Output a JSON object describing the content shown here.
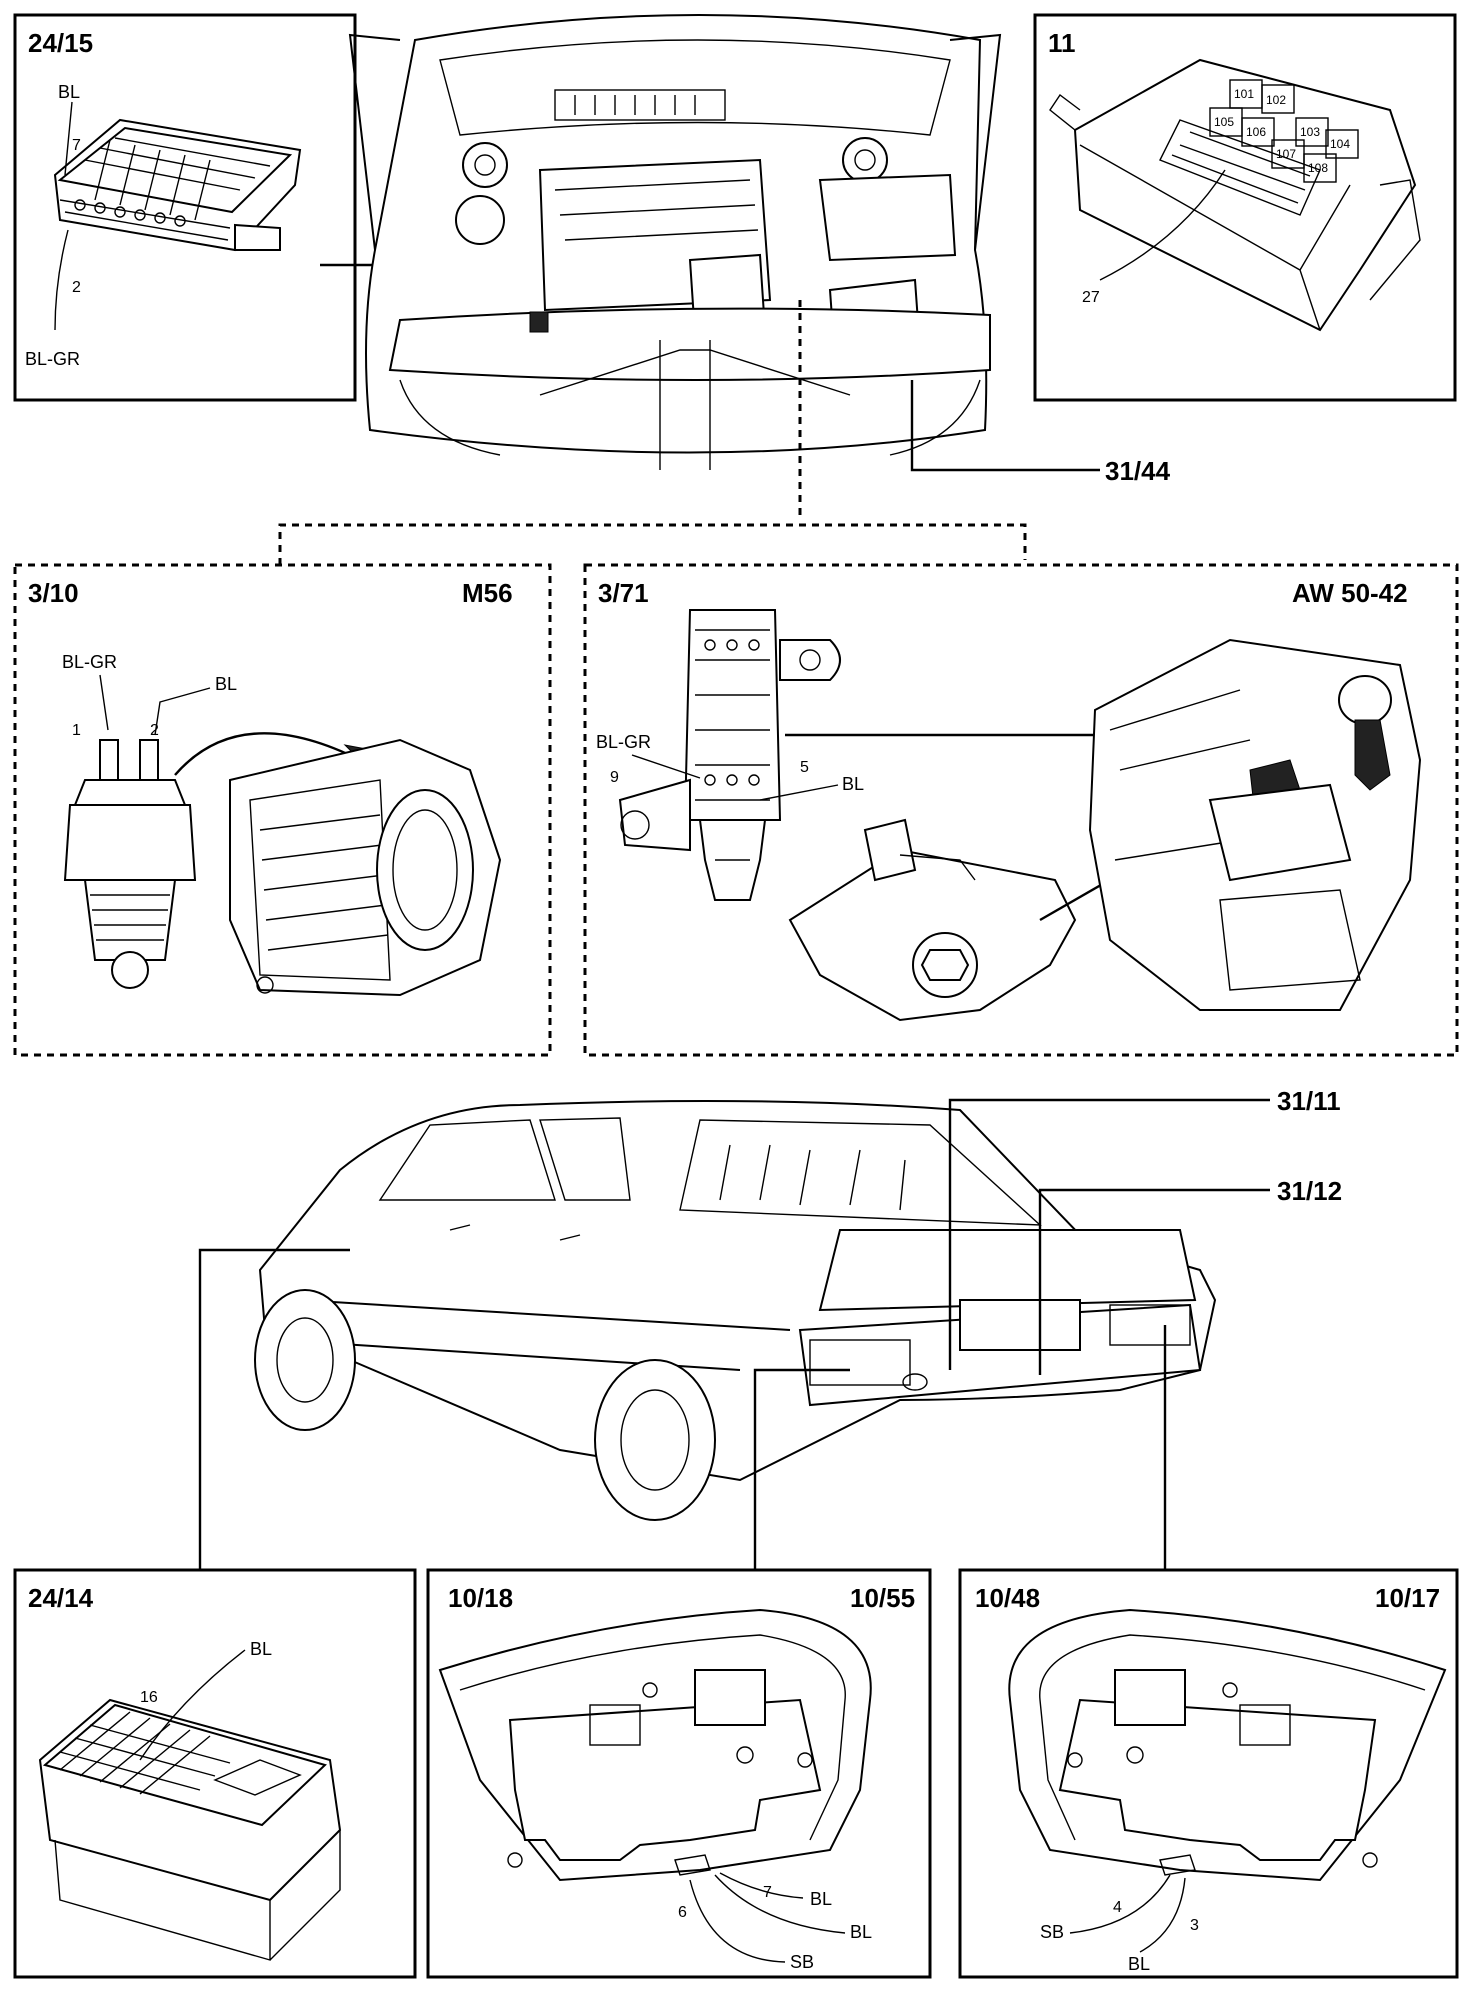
{
  "panels": {
    "p2415": {
      "title": "24/15",
      "bl": "BL",
      "pin7": "7",
      "pin2": "2",
      "blgr": "BL-GR"
    },
    "p11": {
      "title": "11",
      "pin27": "27",
      "relays": [
        "101",
        "102",
        "105",
        "106",
        "103",
        "107",
        "104",
        "108"
      ]
    },
    "p310": {
      "title": "3/10",
      "code": "M56",
      "blgr": "BL-GR",
      "bl": "BL",
      "pin1": "1",
      "pin2": "2"
    },
    "p371": {
      "title": "3/71",
      "code": "AW 50-42",
      "blgr": "BL-GR",
      "pin9": "9",
      "pin5": "5",
      "bl": "BL"
    },
    "p2414": {
      "title": "24/14",
      "pin16": "16",
      "bl": "BL"
    },
    "p1018": {
      "title": "10/18",
      "code": "10/55",
      "pin7": "7",
      "pin6": "6",
      "bl1": "BL",
      "bl2": "BL",
      "sb": "SB"
    },
    "p1048": {
      "title": "10/48",
      "code": "10/17",
      "pin4": "4",
      "pin3": "3",
      "sb": "SB",
      "bl": "BL"
    }
  },
  "callouts": {
    "c3144": "31/44",
    "c3111": "31/11",
    "c3112": "31/12"
  }
}
